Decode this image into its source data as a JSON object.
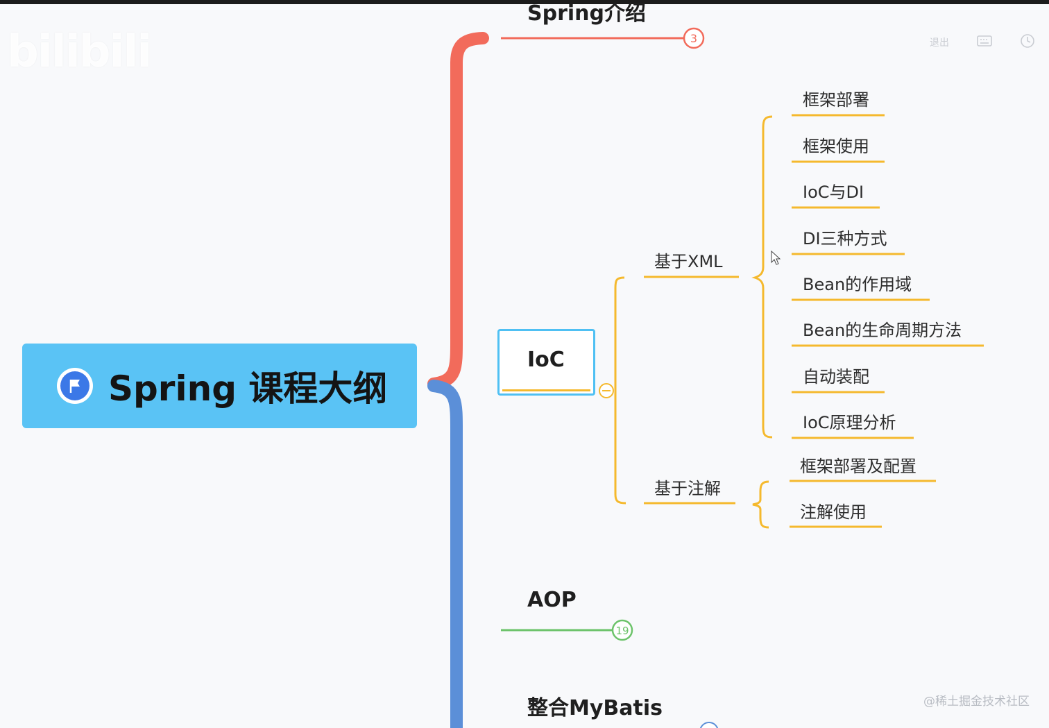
{
  "watermark": {
    "logo": "bilibili"
  },
  "toolbar": {
    "exit_label": "退出"
  },
  "root": {
    "title": "Spring 课程大纲"
  },
  "branches": {
    "intro": {
      "label": "Spring介绍",
      "count": "3"
    },
    "ioc": {
      "label": "IoC"
    },
    "aop": {
      "label": "AOP",
      "count": "19"
    },
    "mybatis": {
      "label": "整合MyBatis"
    }
  },
  "ioc_children": {
    "xml": {
      "label": "基于XML",
      "items": [
        "框架部署",
        "框架使用",
        "IoC与DI",
        "DI三种方式",
        "Bean的作用域",
        "Bean的生命周期方法",
        "自动装配",
        "IoC原理分析"
      ]
    },
    "annotation": {
      "label": "基于注解",
      "items": [
        "框架部署及配置",
        "注解使用"
      ]
    }
  },
  "footer": {
    "watermark": "@稀土掘金技术社区"
  },
  "colors": {
    "red": "#f26b5b",
    "blue": "#5b8fd8",
    "yellow": "#f5b92d",
    "green": "#6cc36a",
    "root": "#5ac3f5"
  }
}
